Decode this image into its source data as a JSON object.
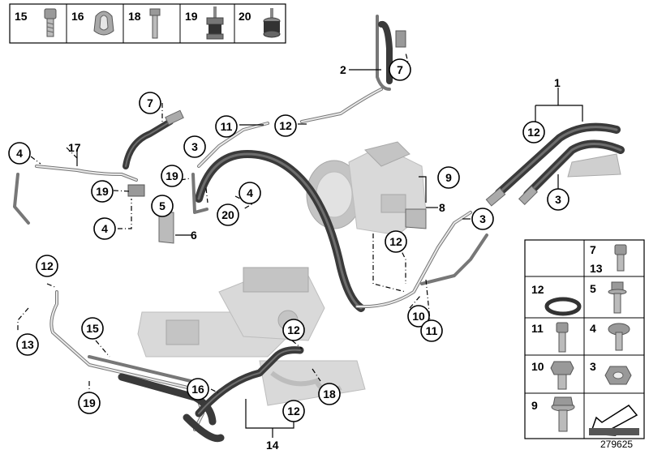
{
  "diagram": {
    "reference_number": "279625",
    "top_legend": [
      {
        "number": "15",
        "icon": "screw-icon"
      },
      {
        "number": "16",
        "icon": "clip-icon"
      },
      {
        "number": "18",
        "icon": "bolt-icon"
      },
      {
        "number": "19",
        "icon": "rubber-mount-icon"
      },
      {
        "number": "20",
        "icon": "rubber-bushing-icon"
      }
    ],
    "side_legend": [
      {
        "numbers": [
          "7",
          "13"
        ],
        "icon": "hex-socket-screw-icon"
      },
      {
        "numbers": [
          "12"
        ],
        "icon": "o-ring-icon"
      },
      {
        "numbers": [
          "5"
        ],
        "icon": "collar-screw-icon"
      },
      {
        "numbers": [
          "11"
        ],
        "icon": "socket-head-bolt-icon"
      },
      {
        "numbers": [
          "4"
        ],
        "icon": "torx-screw-icon"
      },
      {
        "numbers": [
          "10"
        ],
        "icon": "hex-bolt-icon"
      },
      {
        "numbers": [
          "3"
        ],
        "icon": "hex-nut-icon"
      },
      {
        "numbers": [
          "9"
        ],
        "icon": "flange-bolt-icon"
      },
      {
        "numbers": [],
        "icon": "arrow-symbol-icon"
      }
    ],
    "callouts": {
      "c1": "1",
      "c2": "2",
      "c3a": "3",
      "c3b": "3",
      "c3c": "3",
      "c4a": "4",
      "c4b": "4",
      "c4c": "4",
      "c5": "5",
      "c6": "6",
      "c7a": "7",
      "c7b": "7",
      "c8": "8",
      "c9": "9",
      "c10": "10",
      "c11a": "11",
      "c11b": "11",
      "c12a": "12",
      "c12b": "12",
      "c12c": "12",
      "c12d": "12",
      "c12e": "12",
      "c12f": "12",
      "c13": "13",
      "c14": "14",
      "c15": "15",
      "c16": "16",
      "c17": "17",
      "c18": "18",
      "c19a": "19",
      "c19b": "19",
      "c19c": "19",
      "c20": "20"
    }
  }
}
